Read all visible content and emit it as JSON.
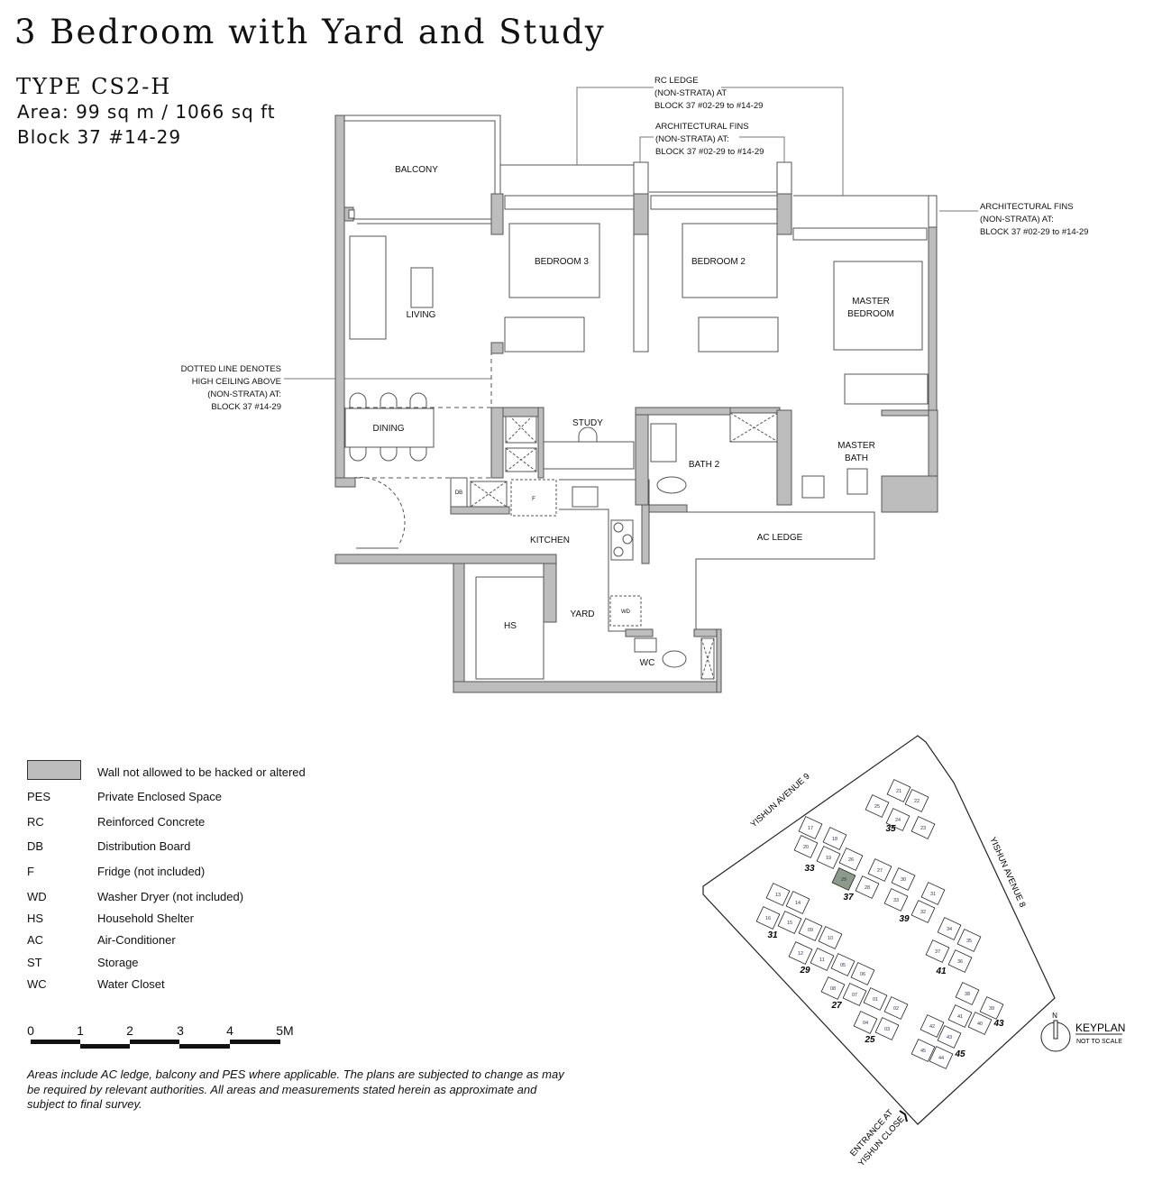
{
  "header": {
    "title": "3 Bedroom with Yard and Study",
    "type": "TYPE CS2-H",
    "area": "Area: 99 sq m / 1066 sq ft",
    "block": "Block 37 #14-29"
  },
  "plan": {
    "rooms": {
      "balcony": "BALCONY",
      "living": "LIVING",
      "dining": "DINING",
      "bedroom3": "BEDROOM 3",
      "bedroom2": "BEDROOM 2",
      "master_bedroom_1": "MASTER",
      "master_bedroom_2": "BEDROOM",
      "study": "STUDY",
      "bath2": "BATH 2",
      "master_bath_1": "MASTER",
      "master_bath_2": "BATH",
      "kitchen": "KITCHEN",
      "ac_ledge": "AC LEDGE",
      "hs": "HS",
      "yard": "YARD",
      "wc": "WC",
      "db": "DB",
      "f": "F",
      "wd": "WD"
    },
    "notes": {
      "rc_ledge": [
        "RC LEDGE",
        "(NON-STRATA) AT",
        "BLOCK 37 #02-29 to #14-29"
      ],
      "fins_top": [
        "ARCHITECTURAL FINS",
        "(NON-STRATA) AT:",
        "BLOCK 37 #02-29 to #14-29"
      ],
      "fins_right": [
        "ARCHITECTURAL FINS",
        "(NON-STRATA) AT:",
        "BLOCK 37 #02-29 to #14-29"
      ],
      "dotted": [
        "DOTTED LINE DENOTES",
        "HIGH CEILING ABOVE",
        "(NON-STRATA) AT:",
        "BLOCK 37 #14-29"
      ]
    }
  },
  "legend": [
    {
      "abbr": "",
      "text": "Wall not allowed to be hacked or altered"
    },
    {
      "abbr": "PES",
      "text": "Private Enclosed Space"
    },
    {
      "abbr": "RC",
      "text": "Reinforced Concrete"
    },
    {
      "abbr": "DB",
      "text": "Distribution Board"
    },
    {
      "abbr": "F",
      "text": "Fridge (not included)"
    },
    {
      "abbr": "WD",
      "text": "Washer Dryer (not included)"
    },
    {
      "abbr": "HS",
      "text": "Household Shelter"
    },
    {
      "abbr": "AC",
      "text": "Air-Conditioner"
    },
    {
      "abbr": "ST",
      "text": "Storage"
    },
    {
      "abbr": "WC",
      "text": "Water Closet"
    }
  ],
  "wall_color": "#bdbdbd",
  "scale": [
    "0",
    "1",
    "2",
    "3",
    "4",
    "5M"
  ],
  "disclaimer": "Areas include AC ledge, balcony and PES where applicable. The plans are subjected to change as may be required by relevant authorities. All areas and measurements stated herein as approximate and subject to final survey.",
  "keyplan": {
    "title": "KEYPLAN",
    "subtitle": "NOT TO SCALE",
    "north": "N",
    "roads": [
      "YISHUN AVENUE 9",
      "YISHUN AVENUE 8"
    ],
    "entrance": [
      "ENTRANCE AT",
      "YISHUN CLOSE"
    ],
    "highlight_color": "#8c9a88",
    "highlighted_unit": "29",
    "blocks": [
      {
        "block": "35",
        "units": [
          "21",
          "22",
          "25",
          "24",
          "23"
        ]
      },
      {
        "block": "33",
        "units": [
          "17",
          "18",
          "20",
          "19",
          "26"
        ]
      },
      {
        "block": "37",
        "units": [
          "29",
          "28",
          "27"
        ]
      },
      {
        "block": "39",
        "units": [
          "30",
          "33",
          "31",
          "32"
        ]
      },
      {
        "block": "31",
        "units": [
          "13",
          "14",
          "16",
          "15"
        ]
      },
      {
        "block": "29",
        "units": [
          "09",
          "10",
          "12",
          "11"
        ]
      },
      {
        "block": "27",
        "units": [
          "05",
          "06",
          "08",
          "07"
        ]
      },
      {
        "block": "25",
        "units": [
          "01",
          "02",
          "04",
          "03"
        ]
      },
      {
        "block": "41",
        "units": [
          "34",
          "35",
          "37",
          "36"
        ]
      },
      {
        "block": "43",
        "units": [
          "38",
          "39",
          "41",
          "40"
        ]
      },
      {
        "block": "45",
        "units": [
          "42",
          "43",
          "45",
          "44"
        ]
      }
    ]
  }
}
